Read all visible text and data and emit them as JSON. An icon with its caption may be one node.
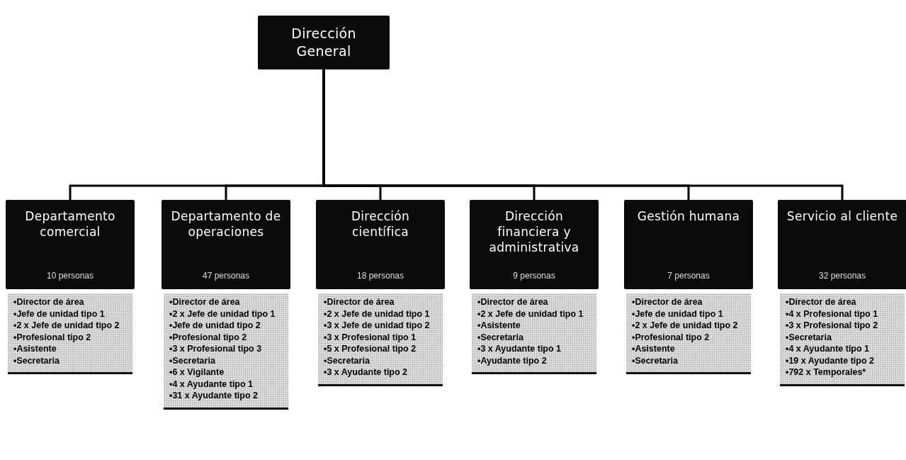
{
  "diagram": {
    "nodes": [
      {
        "text": [
          "Dirección General"
        ]
      },
      {
        "text": [
          "Departamento comercial",
          "10 personas"
        ]
      },
      {
        "text": [
          "•Director de área",
          "•Jefe de unidad tipo 1",
          "•2 x Jefe de unidad tipo 2",
          "•Profesional tipo 2",
          "•Asistente",
          "•Secretaria"
        ]
      },
      {
        "text": [
          "Departamento de operaciones",
          "47 personas"
        ]
      },
      {
        "text": [
          "•Director de área",
          "•2 x Jefe de unidad tipo 1",
          "•Jefe de unidad tipo 2",
          "•Profesional tipo 2",
          "•3 x Profesional tipo 3",
          "•Secretaria",
          "•6 x Vigilante",
          "•4 x Ayudante tipo 1",
          "•31 x Ayudante tipo 2"
        ]
      },
      {
        "text": [
          "Dirección científica",
          "18 personas"
        ]
      },
      {
        "text": [
          "•Director de área",
          "•2 x Jefe de unidad tipo 1",
          "•3 x Jefe de unidad tipo 2",
          "•3 x Profesional tipo 1",
          "•5 x Profesional tipo 2",
          "•Secretaria",
          "•3 x Ayudante tipo 2"
        ]
      },
      {
        "text": [
          "Dirección financiera y administrativa",
          "9 personas"
        ]
      },
      {
        "text": [
          "•Director de área",
          "•2 x Jefe de unidad tipo 1",
          "•Asistente",
          "•Secretaria",
          "•3 x Ayudante tipo 1",
          "•Ayudante tipo 2"
        ]
      },
      {
        "text": [
          "Gestión humana",
          "7 personas"
        ]
      },
      {
        "text": [
          "•Director de área",
          "•Jefe de unidad tipo 1",
          "•2 x Jefe de unidad tipo 2",
          "•Profesional tipo 2",
          "•Asistente",
          "•Secretaria"
        ]
      },
      {
        "text": [
          "Servicio al cliente",
          "32 personas"
        ]
      },
      {
        "text": [
          "•Director de área",
          "•4 x Profesional tipo 1",
          "•3 x Profesional tipo 2",
          "•Secretaria",
          "•4 x Ayudante tipo 1",
          "•19 x Ayudante tipo 2",
          "•792 x Temporales*"
        ]
      }
    ],
    "edges": [
      {
        "from": 0,
        "to": 1,
        "arrow": "none"
      },
      {
        "from": 0,
        "to": 3,
        "arrow": "none"
      },
      {
        "from": 0,
        "to": 5,
        "arrow": "none"
      },
      {
        "from": 0,
        "to": 7,
        "arrow": "none"
      },
      {
        "from": 0,
        "to": 9,
        "arrow": "none"
      },
      {
        "from": 0,
        "to": 11,
        "arrow": "none"
      }
    ]
  }
}
